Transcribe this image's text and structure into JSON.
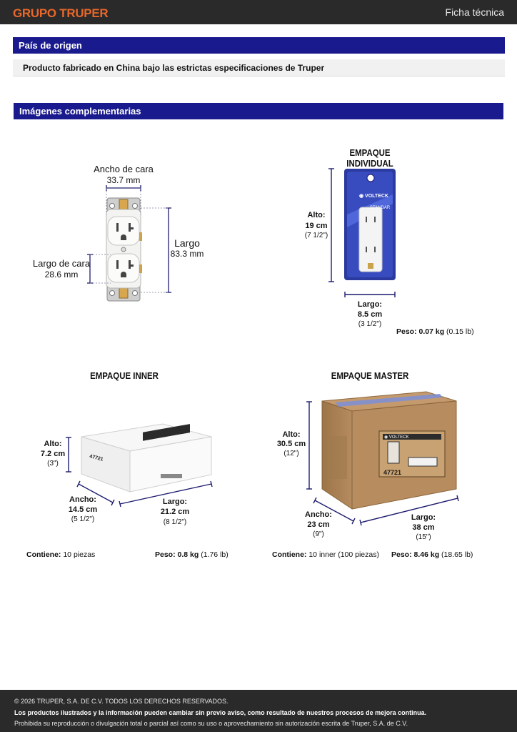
{
  "header": {
    "logo": "GRUPO TRUPER",
    "title": "Ficha técnica"
  },
  "origin": {
    "heading": "País de origen",
    "text": "Producto fabricado en China bajo las estrictas especificaciones de Truper"
  },
  "images": {
    "heading": "Imágenes complementarias",
    "product": {
      "face_width_label": "Ancho de cara",
      "face_width_value": "33.7 mm",
      "length_label": "Largo",
      "length_value": "83.3 mm",
      "face_length_label": "Largo de cara",
      "face_length_value": "28.6 mm"
    },
    "individual": {
      "title": "EMPAQUE INDIVIDUAL",
      "height_label": "Alto:",
      "height_cm": "19 cm",
      "height_in": "(7 1/2\")",
      "length_label": "Largo:",
      "length_cm": "8.5 cm",
      "length_in": "(3 1/2\")",
      "weight_label": "Peso:",
      "weight_kg": "0.07 kg",
      "weight_lb": "(0.15 lb)",
      "brand": "VOLTECK",
      "variant": "STANDAR"
    },
    "inner": {
      "title": "EMPAQUE INNER",
      "height_label": "Alto:",
      "height_cm": "7.2 cm",
      "height_in": "(3\")",
      "width_label": "Ancho:",
      "width_cm": "14.5 cm",
      "width_in": "(5 1/2\")",
      "length_label": "Largo:",
      "length_cm": "21.2 cm",
      "length_in": "(8 1/2\")",
      "contains_label": "Contiene:",
      "contains_value": "10 piezas",
      "weight_label": "Peso:",
      "weight_kg": "0.8 kg",
      "weight_lb": "(1.76 lb)",
      "box_code": "47721"
    },
    "master": {
      "title": "EMPAQUE MASTER",
      "height_label": "Alto:",
      "height_cm": "30.5 cm",
      "height_in": "(12\")",
      "width_label": "Ancho:",
      "width_cm": "23 cm",
      "width_in": "(9\")",
      "length_label": "Largo:",
      "length_cm": "38 cm",
      "length_in": "(15\")",
      "contains_label": "Contiene:",
      "contains_value": "10 inner (100 piezas)",
      "weight_label": "Peso:",
      "weight_kg": "8.46 kg",
      "weight_lb": "(18.65 lb)",
      "box_code": "47721",
      "brand": "VOLTECK"
    }
  },
  "footer": {
    "copyright": "© 2026 TRUPER, S.A. DE C.V. TODOS LOS DERECHOS RESERVADOS.",
    "notice": "Los productos ilustrados y la información pueden cambiar sin previo aviso, como resultado de nuestros procesos de mejora continua.",
    "prohibition": "Prohibida su reproducción o divulgación total o parcial así como su uso o aprovechamiento sin autorización escrita de Truper, S.A. de C.V."
  },
  "colors": {
    "header_bg": "#2a2a2a",
    "logo": "#e8672a",
    "section_bar": "#1a1a8f",
    "dimension_line": "#1c1c6e",
    "cardboard": "#b58b5f"
  }
}
